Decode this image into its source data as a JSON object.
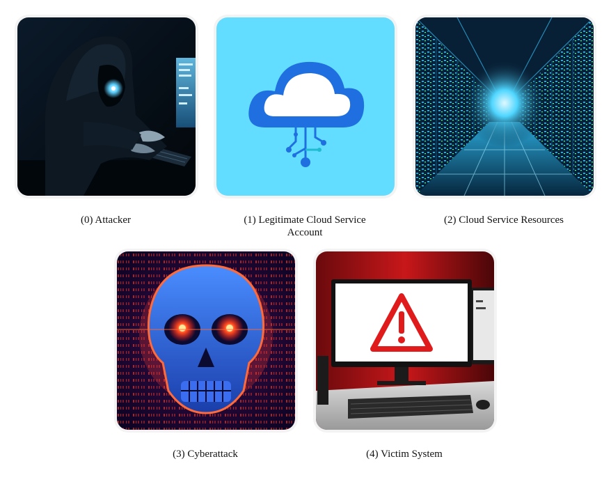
{
  "nodes": [
    {
      "id": 0,
      "label": "(0) Attacker",
      "icon": "hooded-hacker-icon"
    },
    {
      "id": 1,
      "label_line1": "(1) Legitimate Cloud Service",
      "label_line2": "Account",
      "icon": "cloud-network-icon"
    },
    {
      "id": 2,
      "label": "(2) Cloud Service Resources",
      "icon": "server-corridor-icon"
    },
    {
      "id": 3,
      "label": "(3) Cyberattack",
      "icon": "digital-skull-icon"
    },
    {
      "id": 4,
      "label": "(4) Victim System",
      "icon": "warning-monitor-icon"
    }
  ],
  "colors": {
    "attacker_bg": "#05101c",
    "cloud_bg": "#62dcff",
    "cloud_blue": "#1f6fe0",
    "server_bg": "#041427",
    "server_glow": "#2fd7ff",
    "skull_bg": "#1a0638",
    "skull_blue": "#2a6cff",
    "skull_glow": "#ff3b2f",
    "victim_bg": "#b80f12",
    "warning_red": "#e01b1b"
  }
}
